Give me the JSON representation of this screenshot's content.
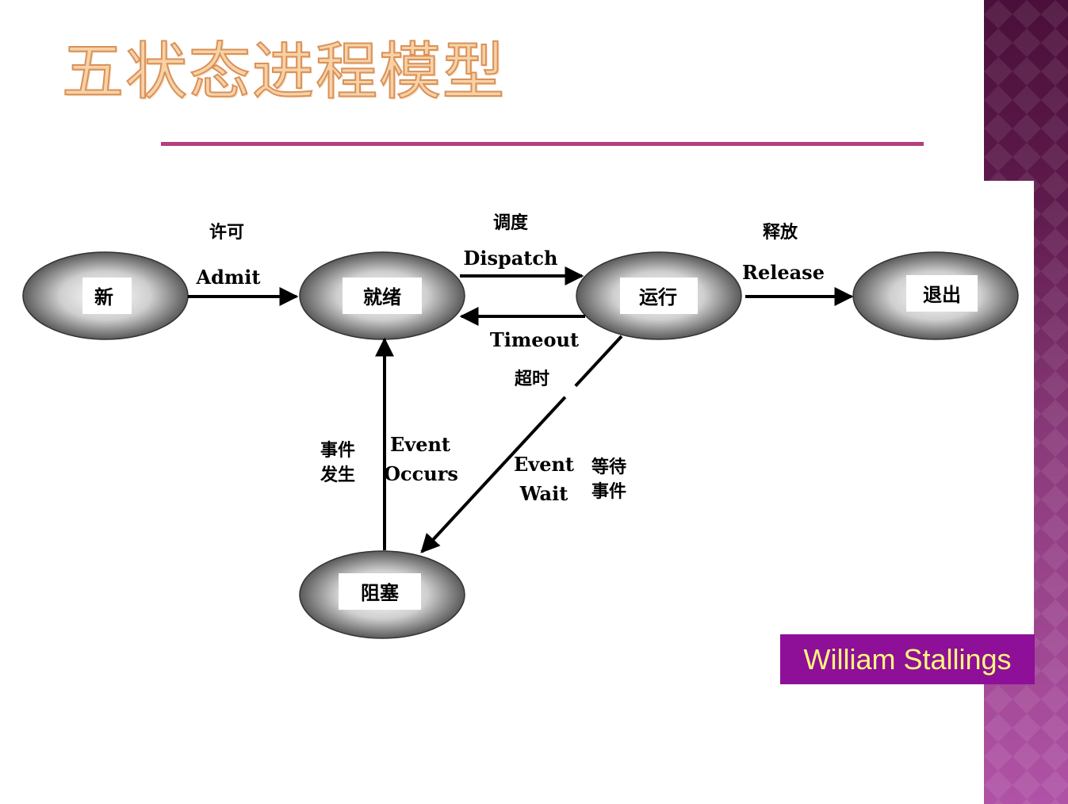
{
  "slide": {
    "title": "五状态进程模型",
    "credit": "William Stallings"
  },
  "colors": {
    "title_fill": "#f7d2a6",
    "title_stroke": "#d9915a",
    "rule": "#b3407f",
    "credit_bg": "#8e0f98",
    "credit_text": "#fff87a",
    "sidebar_top": "#4a0f3a",
    "sidebar_bottom": "#b052a6"
  },
  "diagram": {
    "states": {
      "new": "新",
      "ready": "就绪",
      "running": "运行",
      "exit": "退出",
      "blocked": "阻塞"
    },
    "transitions": {
      "admit_cn": "许可",
      "admit_en": "Admit",
      "dispatch_cn": "调度",
      "dispatch_en": "Dispatch",
      "release_cn": "释放",
      "release_en": "Release",
      "timeout_en": "Timeout",
      "timeout_cn": "超时",
      "event_occurs_cn_1": "事件",
      "event_occurs_cn_2": "发生",
      "event_occurs_en_1": "Event",
      "event_occurs_en_2": "Occurs",
      "event_wait_en_1": "Event",
      "event_wait_en_2": "Wait",
      "event_wait_cn_1": "等待",
      "event_wait_cn_2": "事件"
    }
  }
}
